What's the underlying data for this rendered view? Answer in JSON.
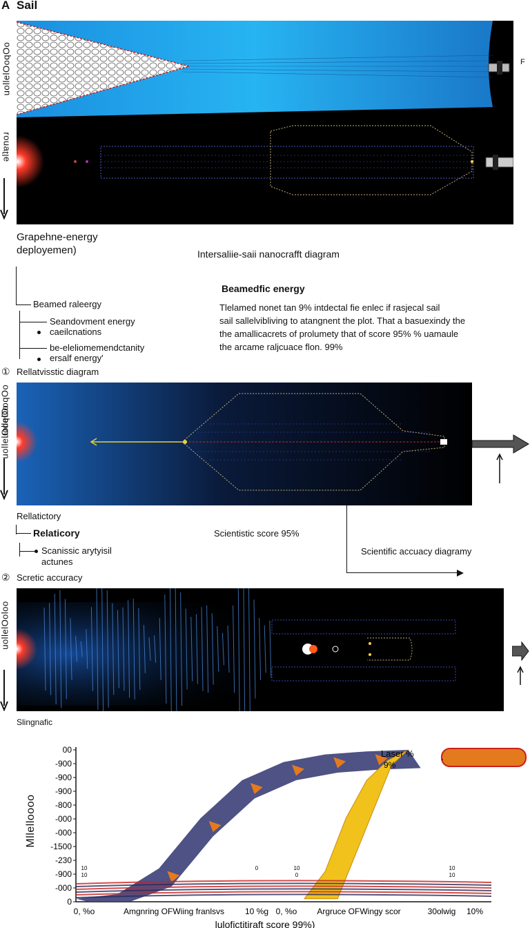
{
  "header": {
    "letter": "A",
    "title": "Sail"
  },
  "panel_a": {
    "side_label_top": "uollelOoqOo",
    "side_label_bottom": "əlʇɐnoɹ",
    "right_tag": "F"
  },
  "section_a": {
    "left_heading": "Grapehne-energy\ndeployemen)",
    "center_title": "Intersaliie-saii nanocrafft diagram",
    "tree": {
      "root": "Beamed raleergy",
      "child1": "Seandovment energy\ncaeilcnations",
      "child2": "be-eleliomemendctanity\nersalf energy'"
    },
    "energy_heading": "Beamedfic energy",
    "energy_paragraph": [
      "Tlelamed nonet tan 9% intdectal fie enlec if rasjecal sail",
      "sail sallelvibliving to atangnent the plot. That a basuexindy the",
      "the amallicacrets of prolumety  that of score  95% % uamaule",
      "the arcame raljcuace flon.  99%"
    ]
  },
  "section_1": {
    "number": "①",
    "title": "Rellatvisstic diagram",
    "side_label_top": "uollelOoqOo",
    "side_label_bottom": "uollelOoqOo",
    "label_under": "Rellatictory",
    "tree_root": "Relaticory",
    "tree_child": "Scanissic arytyisil\nactunes",
    "score": "Scientistic score 95%",
    "accuracy_label": "Scientific accuacy diagramy"
  },
  "section_2": {
    "number": "②",
    "title": "Scretic accuracy",
    "side_label": "uollelOoloo",
    "caption": "Slingnafic"
  },
  "chart": {
    "ylabel": "Mllelloooo",
    "y_ticks": [
      "00",
      "-900",
      "-900",
      "-900",
      "-800",
      "-000",
      "-000",
      "-1500",
      "-230",
      "-900",
      "-000",
      "0"
    ],
    "x_ticks": [
      "0, %o",
      "Amgnring OFWiing  franlsvs",
      "10 %g",
      "0, %o",
      "Argruce OFWingy  scor",
      "30olwig",
      "10%"
    ],
    "xlabel": "lulofictitiraft  score 99%)",
    "laser_label": "Laser  %",
    "laser_value": "9%",
    "small_ticks": [
      "10",
      "10",
      "0",
      "10",
      "0",
      "10",
      "10"
    ]
  },
  "chart_data": {
    "type": "area",
    "title": "",
    "xlabel": "lulofictitiraft  score 99%)",
    "ylabel": "Mllelloooo",
    "series": [
      {
        "name": "",
        "x": [
          0.0,
          0.1,
          0.2,
          0.3,
          0.4,
          0.5,
          0.6,
          0.7,
          0.8
        ],
        "y": [
          0.02,
          0.05,
          0.22,
          0.55,
          0.8,
          0.92,
          0.97,
          0.99,
          1.0
        ]
      },
      {
        "name": "Laser  %",
        "x": [
          0.55,
          0.6,
          0.65,
          0.7,
          0.75,
          0.8
        ],
        "y": [
          0.02,
          0.2,
          0.55,
          0.8,
          0.93,
          1.0
        ]
      }
    ],
    "colors": [
      "#3b3f78",
      "#e47a1e",
      "#f1c21b",
      "#c9201c"
    ]
  }
}
